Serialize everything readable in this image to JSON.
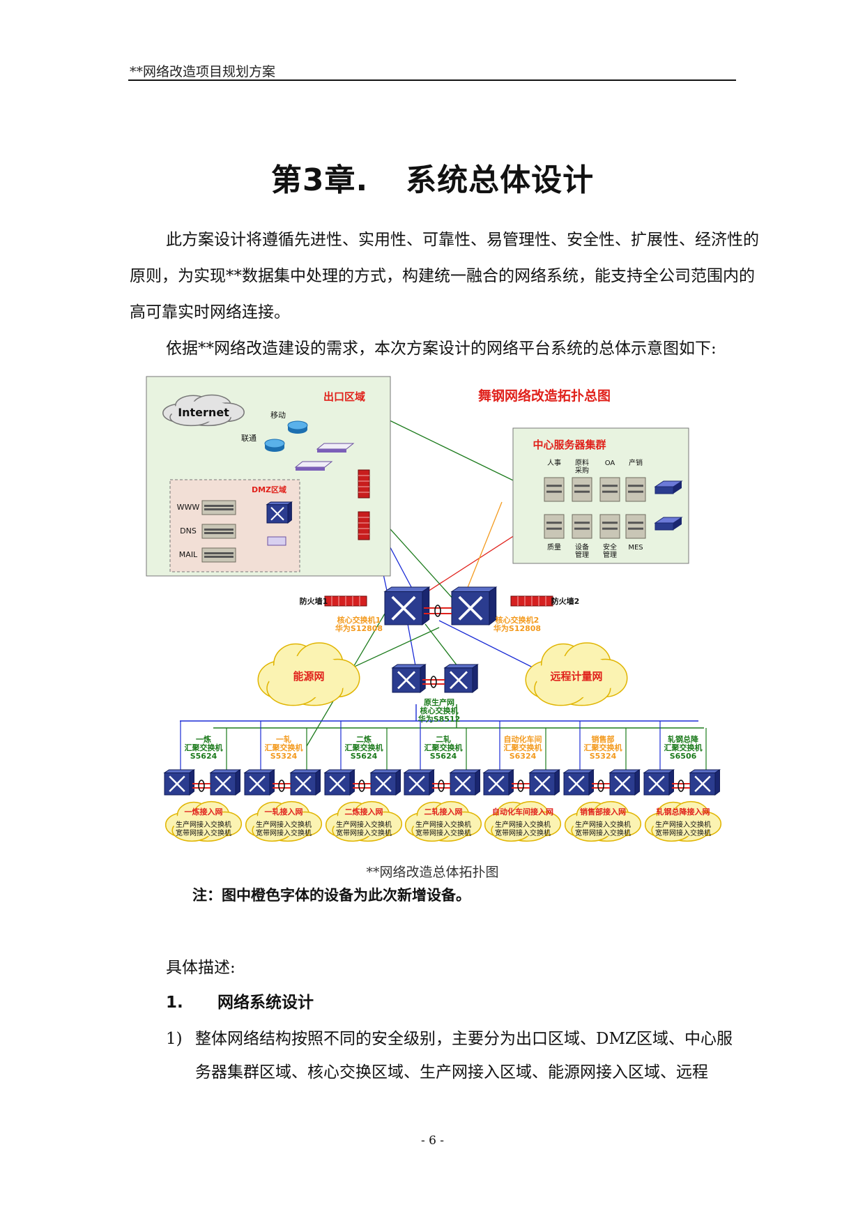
{
  "header": {
    "title": "**网络改造项目规划方案"
  },
  "chapter": {
    "number": "第3章.",
    "title": "系统总体设计"
  },
  "paragraphs": {
    "p1": "此方案设计将遵循先进性、实用性、可靠性、易管理性、安全性、扩展性、经济性的原则，为实现**数据集中处理的方式，构建统一融合的网络系统，能支持全公司范围内的高可靠实时网络连接。",
    "p2": "依据**网络改造建设的需求，本次方案设计的网络平台系统的总体示意图如下:"
  },
  "diagram": {
    "title": "舞钢网络改造拓扑总图",
    "exit_zone": "出口区域",
    "internet": "Internet",
    "isp1": "移动",
    "isp2": "联通",
    "dmz_zone": "DMZ区域",
    "servers": [
      "WWW",
      "DNS",
      "MAIL"
    ],
    "center_cluster": "中心服务器集群",
    "top_servers": [
      "人事",
      "原料\n采购",
      "OA",
      "产销"
    ],
    "bottom_servers": [
      "质量",
      "设备\n管理",
      "安全\n管理",
      "MES"
    ],
    "firewall1": "防火墙1",
    "firewall2": "防火墙2",
    "core1": [
      "核心交换机1",
      "华为S12808"
    ],
    "core2": [
      "核心交换机2",
      "华为S12808"
    ],
    "energy_net": "能源网",
    "remote_net": "远程计量网",
    "prod_core": [
      "原生产网",
      "核心交换机",
      "华为S8512"
    ],
    "branches": [
      {
        "top": [
          "一炼",
          "汇聚交换机",
          "S5624"
        ],
        "access": "一炼接入网",
        "new": false
      },
      {
        "top": [
          "一轧",
          "汇聚交换机",
          "S5324"
        ],
        "access": "一轧接入网",
        "new": true
      },
      {
        "top": [
          "二炼",
          "汇聚交换机",
          "S5624"
        ],
        "access": "二炼接入网",
        "new": false
      },
      {
        "top": [
          "二轧",
          "汇聚交换机",
          "S5624"
        ],
        "access": "二轧接入网",
        "new": false
      },
      {
        "top": [
          "自动化车间",
          "汇聚交换机",
          "S6324"
        ],
        "access": "自动化车间接入网",
        "new": true
      },
      {
        "top": [
          "销售部",
          "汇聚交换机",
          "S5324"
        ],
        "access": "销售部接入网",
        "new": true
      },
      {
        "top": [
          "轧钢总降",
          "汇聚交换机",
          "S6506"
        ],
        "access": "轧钢总降接入网",
        "new": false
      }
    ],
    "access_lines": [
      "生产网接入交换机",
      "宽带网接入交换机"
    ]
  },
  "caption": "**网络改造总体拓扑图",
  "note": "注：图中橙色字体的设备为此次新增设备。",
  "description_label": "具体描述:",
  "section": {
    "number": "1.",
    "title": "网络系统设计"
  },
  "item1": {
    "marker": "1)",
    "line1": "整体网络结构按照不同的安全级别，主要分为出口区域、DMZ区域、中心服",
    "line2": "务器集群区域、核心交换区域、生产网接入区域、能源网接入区域、远程"
  },
  "page_number": "- 6 -",
  "colors": {
    "red": "#e0211b",
    "orange": "#f39a1e",
    "green": "#1b7a1b",
    "blue": "#1a2bd6",
    "zone_bg": "#e8f3e0",
    "dmz_bg": "#f2dfd6"
  }
}
